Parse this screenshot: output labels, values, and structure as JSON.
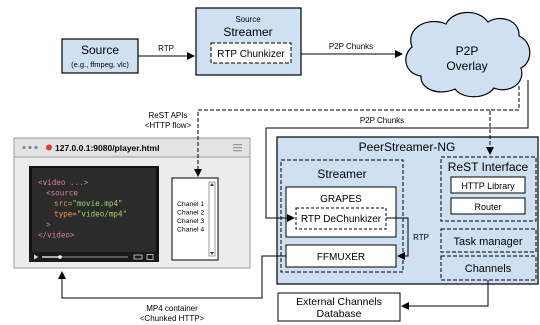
{
  "source": {
    "title": "Source",
    "subtitle": "(e.g., ffmpeg, vlc)"
  },
  "source_streamer": {
    "caption": "Source",
    "title": "Streamer",
    "chunkizer": "RTP Chunkizer"
  },
  "p2p_overlay": {
    "line1": "P2P",
    "line2": "Overlay"
  },
  "edges": {
    "rtp_top": "RTP",
    "p2p_chunks_top": "P2P Chunks",
    "p2p_chunks_mid": "P2P Chunks",
    "rest_apis": "ReST APIs",
    "http_flow": "<HTTP flow>",
    "rtp_side": "RTP",
    "mp4_container": "MP4 container",
    "chunked_http": "<Chunked HTTP>"
  },
  "browser": {
    "url": "127.0.0.1:9080/player.html",
    "code": [
      {
        "indent": 0,
        "parts": [
          [
            "tag",
            "<video ...>"
          ]
        ]
      },
      {
        "indent": 1,
        "parts": [
          [
            "tag",
            "<source"
          ]
        ]
      },
      {
        "indent": 2,
        "parts": [
          [
            "attr",
            "src="
          ],
          [
            "str",
            "\"movie.mp4\""
          ]
        ]
      },
      {
        "indent": 2,
        "parts": [
          [
            "attr",
            "type="
          ],
          [
            "str",
            "\"video/mp4\""
          ]
        ]
      },
      {
        "indent": 1,
        "parts": [
          [
            "tag",
            ">"
          ]
        ]
      },
      {
        "indent": 0,
        "parts": [
          [
            "tag",
            "</video>"
          ]
        ]
      }
    ],
    "channels": [
      "Chanel 1",
      "Chanel 2",
      "Chanel 3",
      "Chanel 4"
    ]
  },
  "peerstreamer": {
    "title": "PeerStreamer-NG",
    "streamer": {
      "title": "Streamer",
      "grapes": "GRAPES",
      "dechunkizer": "RTP DeChunkizer",
      "ffmuxer": "FFMUXER"
    },
    "rest": {
      "title": "ReST Interface",
      "http_library": "HTTP Library",
      "router": "Router"
    },
    "task_manager": "Task manager",
    "channels": "Channels"
  },
  "database": {
    "line1": "External Channels",
    "line2": "Database"
  },
  "colors": {
    "blue_fill": "#cfe0f3",
    "code_bg": "#2b2b2b",
    "tag": "#d97fa0",
    "attr": "#e89a50",
    "str": "#9fd36a",
    "red_dot": "#e63b2e"
  }
}
